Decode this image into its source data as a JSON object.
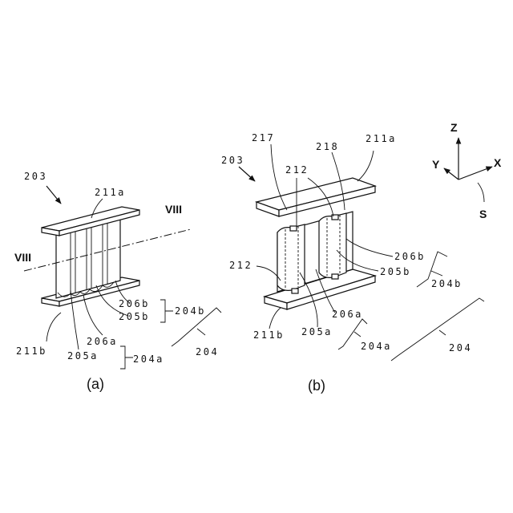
{
  "panel_a": {
    "caption": "(a)",
    "labels": {
      "l203": "203",
      "l211a": "211a",
      "l211b": "211b",
      "l205a": "205a",
      "l205b": "205b",
      "l206a": "206a",
      "l206b": "206b",
      "l204a": "204a",
      "l204b": "204b",
      "l204": "204",
      "viii_left": "VIII",
      "viii_right": "VIII"
    }
  },
  "panel_b": {
    "caption": "(b)",
    "labels": {
      "l203": "203",
      "l217": "217",
      "l218": "218",
      "l211a": "211a",
      "l212_top": "212",
      "l212_left": "212",
      "l211b": "211b",
      "l205a": "205a",
      "l205b": "205b",
      "l206a": "206a",
      "l206b": "206b",
      "l204a": "204a",
      "l204b": "204b",
      "l204": "204"
    }
  },
  "axes": {
    "z": "Z",
    "y": "Y",
    "x": "X",
    "s": "S"
  }
}
